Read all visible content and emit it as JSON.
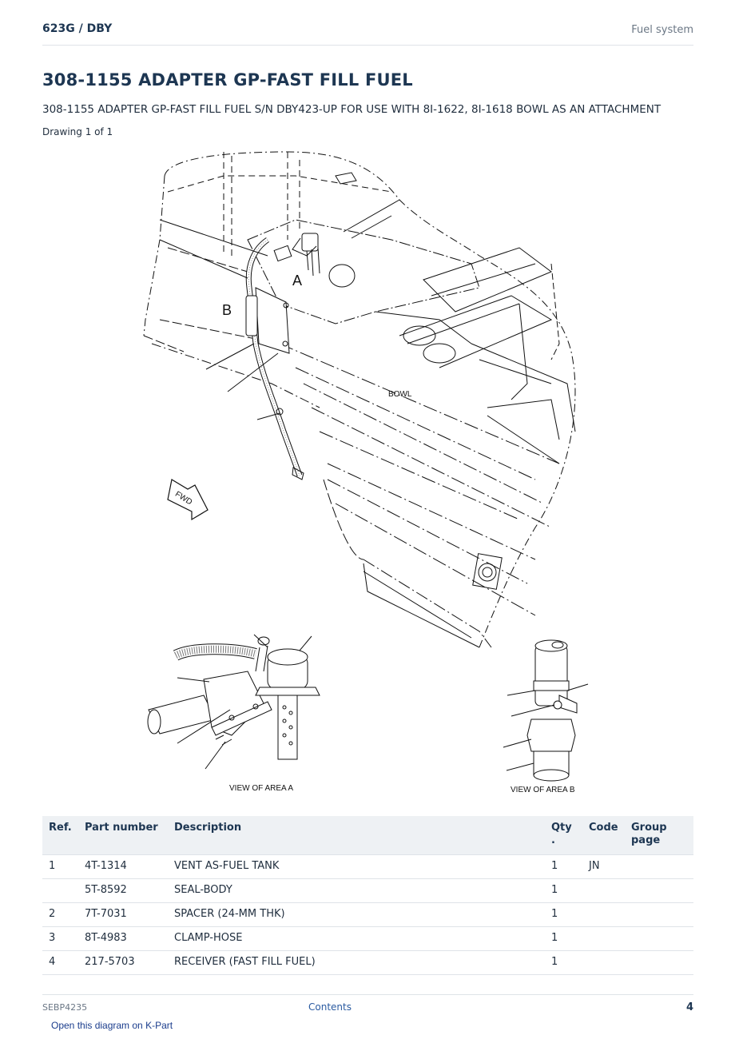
{
  "header": {
    "breadcrumb": "623G  /  DBY",
    "section": "Fuel system"
  },
  "title": "308-1155 ADAPTER GP-FAST FILL FUEL",
  "subtitle": "308-1155 ADAPTER GP-FAST FILL FUEL S/N DBY423-UP FOR USE WITH 8I-1622, 8I-1618 BOWL AS AN ATTACHMENT",
  "drawing_count": "Drawing 1 of 1",
  "diagram": {
    "label_a": "A",
    "label_b": "B",
    "bowl": "BOWL",
    "fwd": "FWD",
    "view_a": "VIEW OF AREA A",
    "view_b": "VIEW OF AREA B"
  },
  "table": {
    "headers": {
      "ref": "Ref.",
      "part": "Part number",
      "desc": "Description",
      "qty": "Qty .",
      "code": "Code",
      "group": "Group page"
    },
    "rows": [
      {
        "ref": "1",
        "part": "4T-1314",
        "desc": "VENT AS-FUEL TANK",
        "qty": "1",
        "code": "JN",
        "group": ""
      },
      {
        "ref": "",
        "part": "5T-8592",
        "desc": "SEAL-BODY",
        "qty": "1",
        "code": "",
        "group": ""
      },
      {
        "ref": "2",
        "part": "7T-7031",
        "desc": "SPACER (24-MM THK)",
        "qty": "1",
        "code": "",
        "group": ""
      },
      {
        "ref": "3",
        "part": "8T-4983",
        "desc": "CLAMP-HOSE",
        "qty": "1",
        "code": "",
        "group": ""
      },
      {
        "ref": "4",
        "part": "217-5703",
        "desc": "RECEIVER (FAST FILL FUEL)",
        "qty": "1",
        "code": "",
        "group": ""
      }
    ]
  },
  "footer": {
    "doc_id": "SEBP4235",
    "contents": "Contents",
    "page": "4"
  },
  "kpart_link": "Open this diagram on K-Part"
}
